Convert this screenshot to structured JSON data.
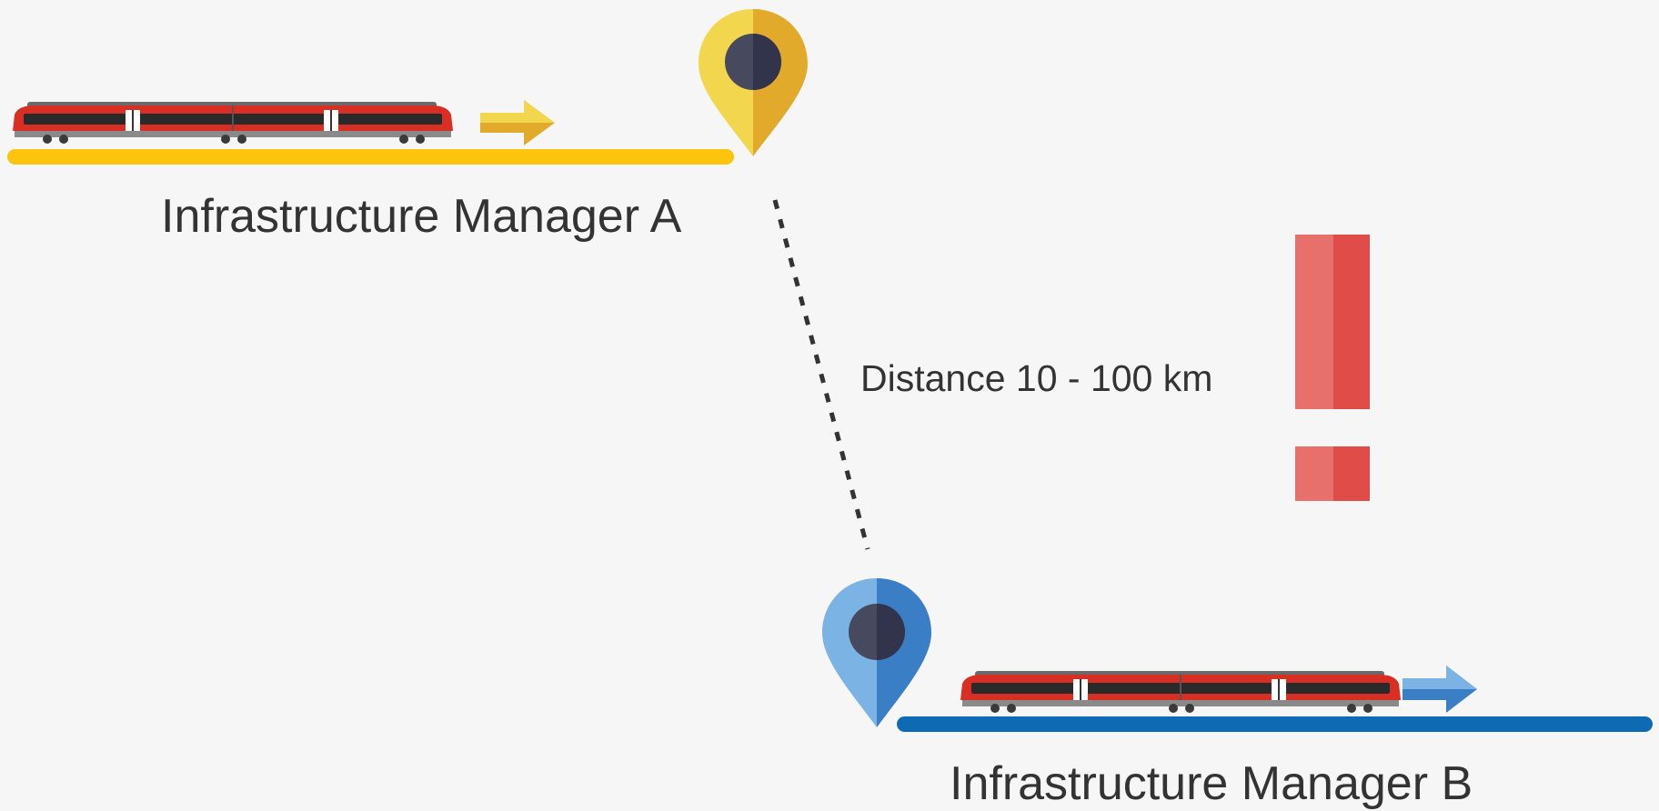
{
  "colors": {
    "background": "#f6f6f6",
    "track_a": "#fcc40c",
    "track_b": "#0f6ab4",
    "pin_a_light": "#f2d64e",
    "pin_a_dark": "#e2aa2a",
    "pin_b_light": "#7ab3e4",
    "pin_b_dark": "#3a7ec5",
    "pin_center": "#474a5f",
    "alert_light": "#e8706c",
    "alert_dark": "#e04c47",
    "train_body": "#d92e24",
    "text": "#333333"
  },
  "labels": {
    "manager_a": "Infrastructure Manager A",
    "manager_b": "Infrastructure Manager B",
    "distance": "Distance 10 - 100 km"
  },
  "icons": {
    "pin_a": "map-pin-icon",
    "pin_b": "map-pin-icon",
    "arrow_a": "arrow-right-icon",
    "arrow_b": "arrow-right-icon",
    "alert": "exclamation-mark-icon",
    "train_a": "train-icon",
    "train_b": "train-icon"
  }
}
